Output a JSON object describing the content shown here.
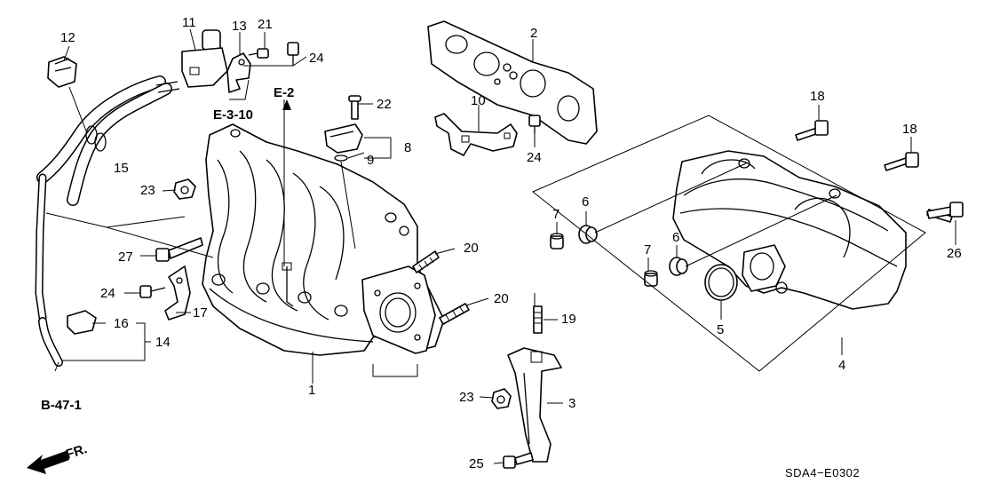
{
  "callouts": {
    "c1": "1",
    "c2": "2",
    "c3": "3",
    "c4": "4",
    "c5": "5",
    "c6a": "6",
    "c6b": "6",
    "c7a": "7",
    "c7b": "7",
    "c8": "8",
    "c9": "9",
    "c10": "10",
    "c11": "11",
    "c12": "12",
    "c13": "13",
    "c14": "14",
    "c15": "15",
    "c16": "16",
    "c17": "17",
    "c18a": "18",
    "c18b": "18",
    "c19": "19",
    "c20a": "20",
    "c20b": "20",
    "c21": "21",
    "c22": "22",
    "c23a": "23",
    "c23b": "23",
    "c24a": "24",
    "c24b": "24",
    "c24c": "24",
    "c25": "25",
    "c26": "26",
    "c27": "27"
  },
  "refs": {
    "e2": "E-2",
    "e310": "E-3-10",
    "b471": "B-47-1"
  },
  "front_label": "FR.",
  "diagram_code": "SDA4−E0302"
}
